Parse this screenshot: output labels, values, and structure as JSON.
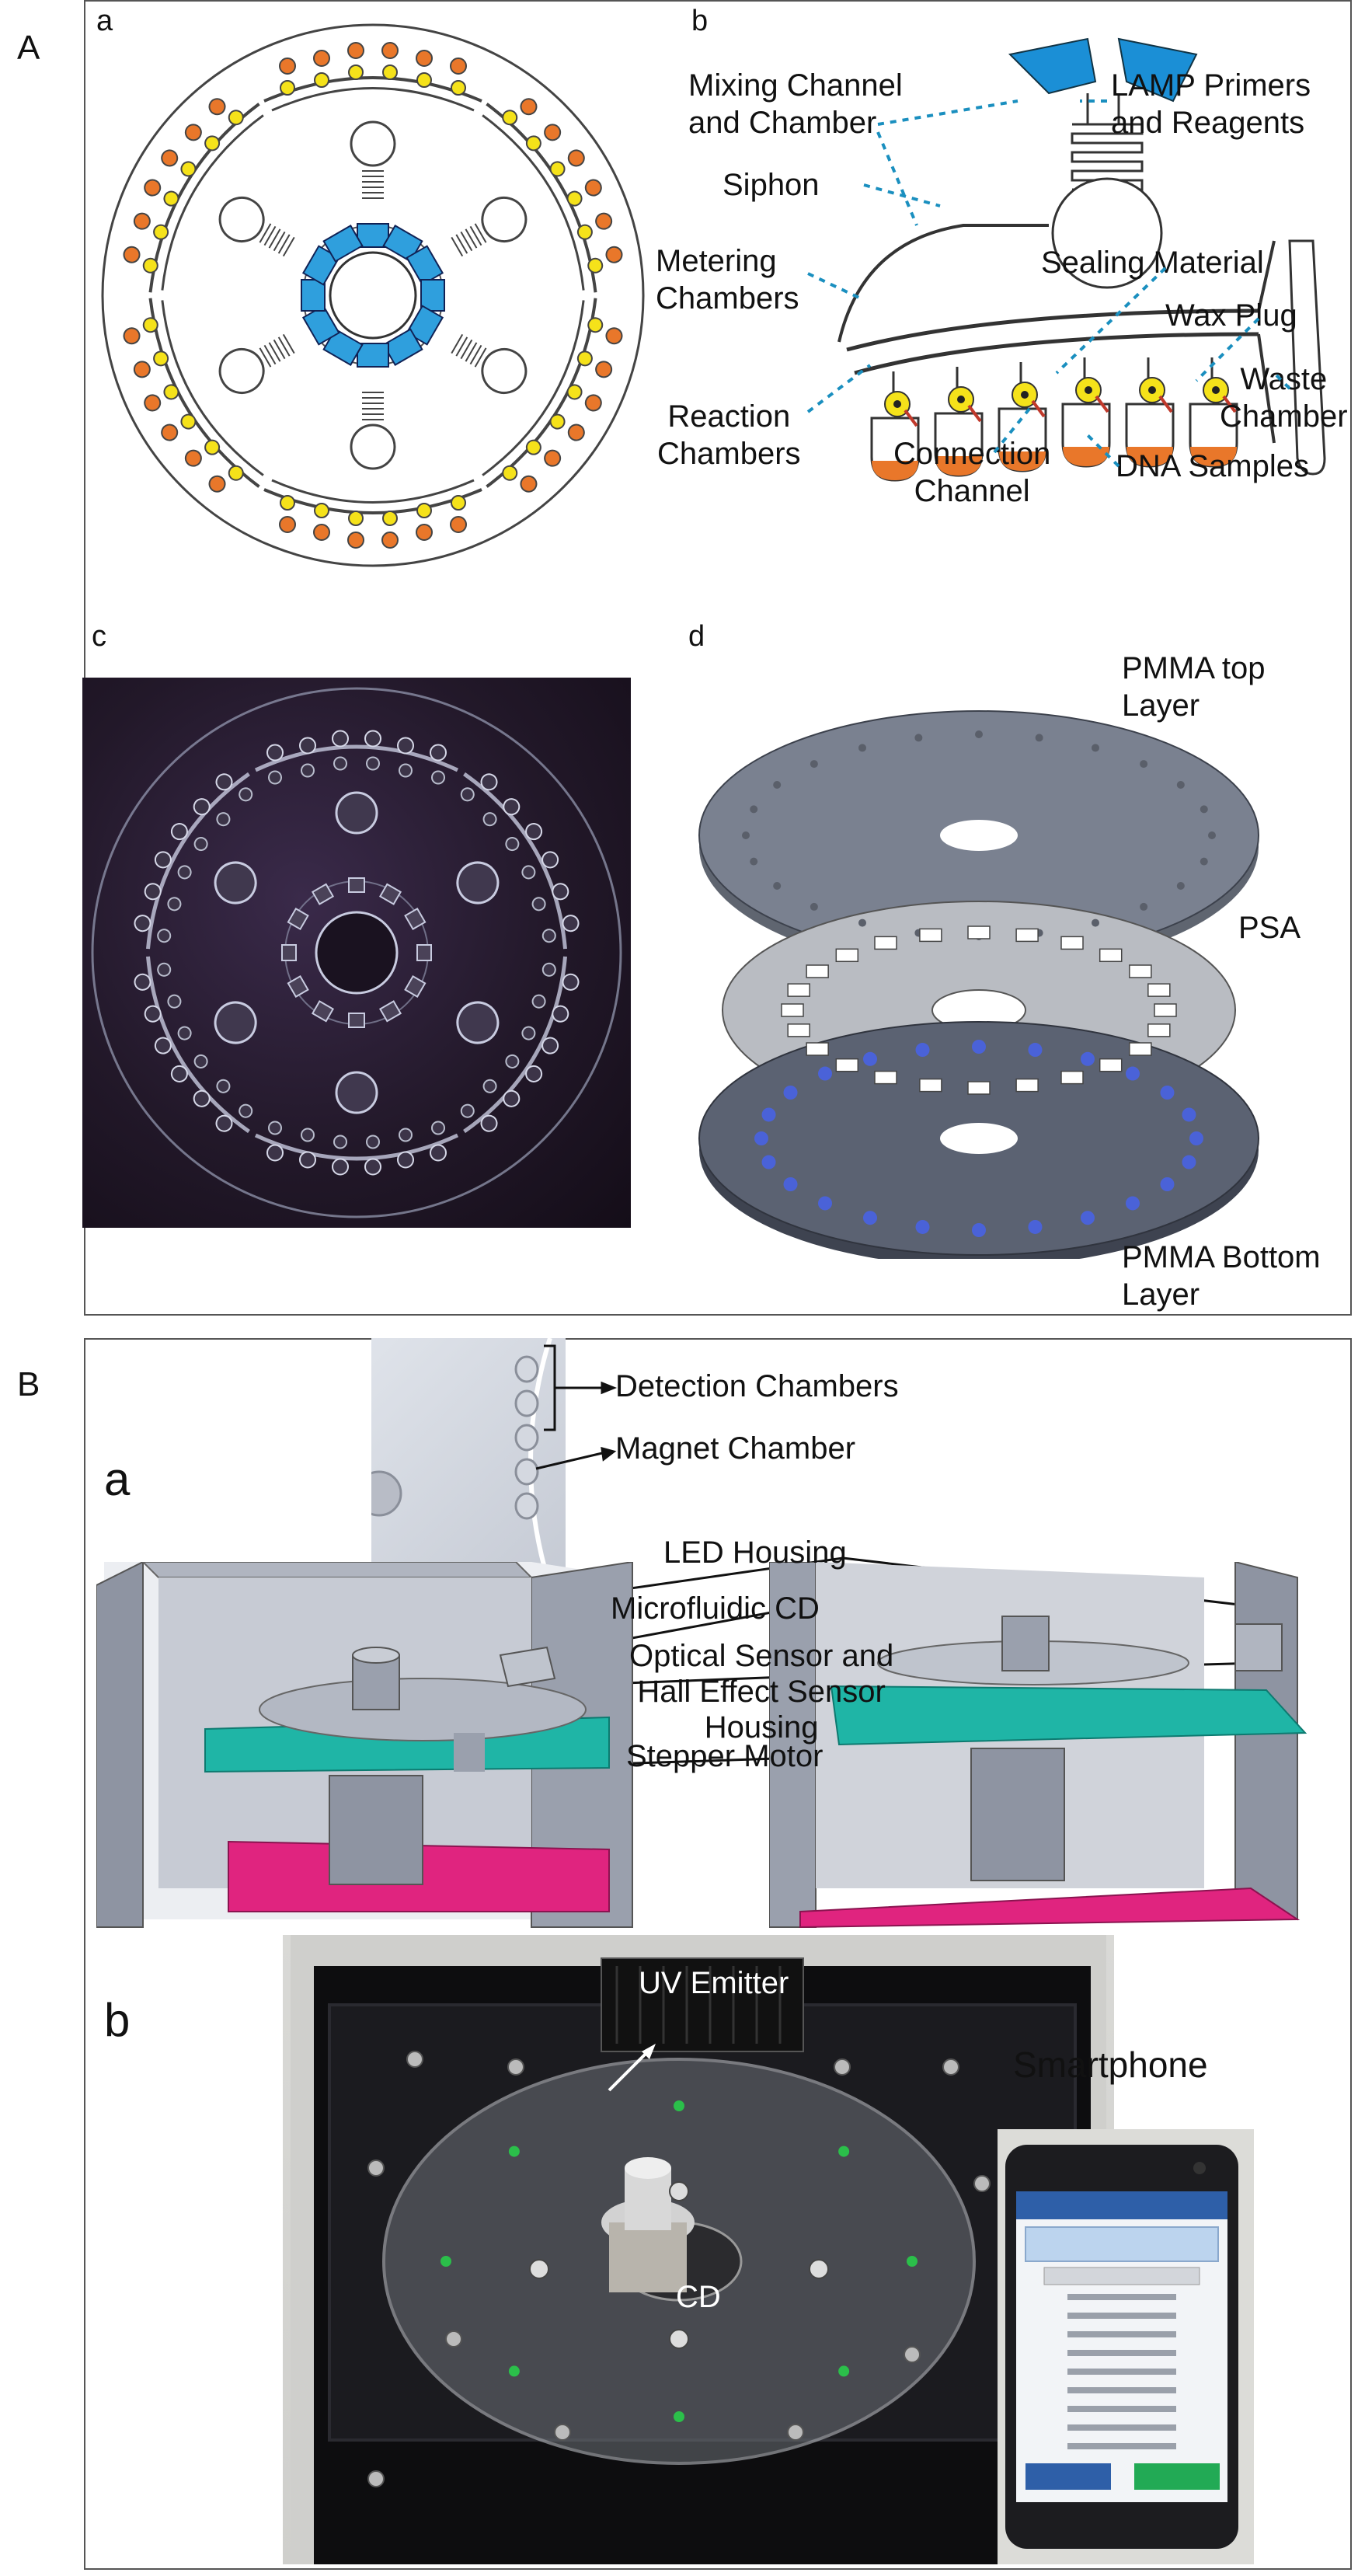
{
  "figure": {
    "panel_A": {
      "letter": "A",
      "sub_a": "a",
      "sub_b": "b",
      "sub_c": "c",
      "sub_d": "d",
      "labels_b": {
        "mixing_channel": "Mixing Channel\nand Chamber",
        "lamp_primers": "LAMP Primers\nand Reagents",
        "siphon": "Siphon",
        "metering": "Metering\nChambers",
        "sealing": "Sealing Material",
        "wax_plug": "Wax Plug",
        "waste": "Waste\nChamber",
        "reaction": "Reaction\nChambers",
        "connection": "Connection\nChannel",
        "dna": "DNA Samples"
      },
      "labels_d": {
        "top": "PMMA top\nLayer",
        "psa": "PSA",
        "bottom": "PMMA Bottom\nLayer"
      }
    },
    "panel_B": {
      "letter": "B",
      "sub_a": "a",
      "sub_b": "b",
      "labels_a": {
        "detection": "Detection Chambers",
        "magnet": "Magnet Chamber",
        "led": "LED Housing",
        "cd": "Microfluidic CD",
        "optical": "Optical Sensor and\nHall Effect Sensor\nHousing",
        "stepper": "Stepper Motor"
      },
      "labels_b": {
        "uv": "UV Emitter",
        "cd": "CD",
        "smartphone": "Smartphone"
      }
    }
  },
  "colors": {
    "accent_blue": "#2f9fdd",
    "primer_blue": "#1b8fd6",
    "yellow": "#f5e21a",
    "orange": "#e9772a",
    "teal": "#1fb5a6",
    "magenta": "#e0247f",
    "pointer": "#1a8fbf"
  }
}
